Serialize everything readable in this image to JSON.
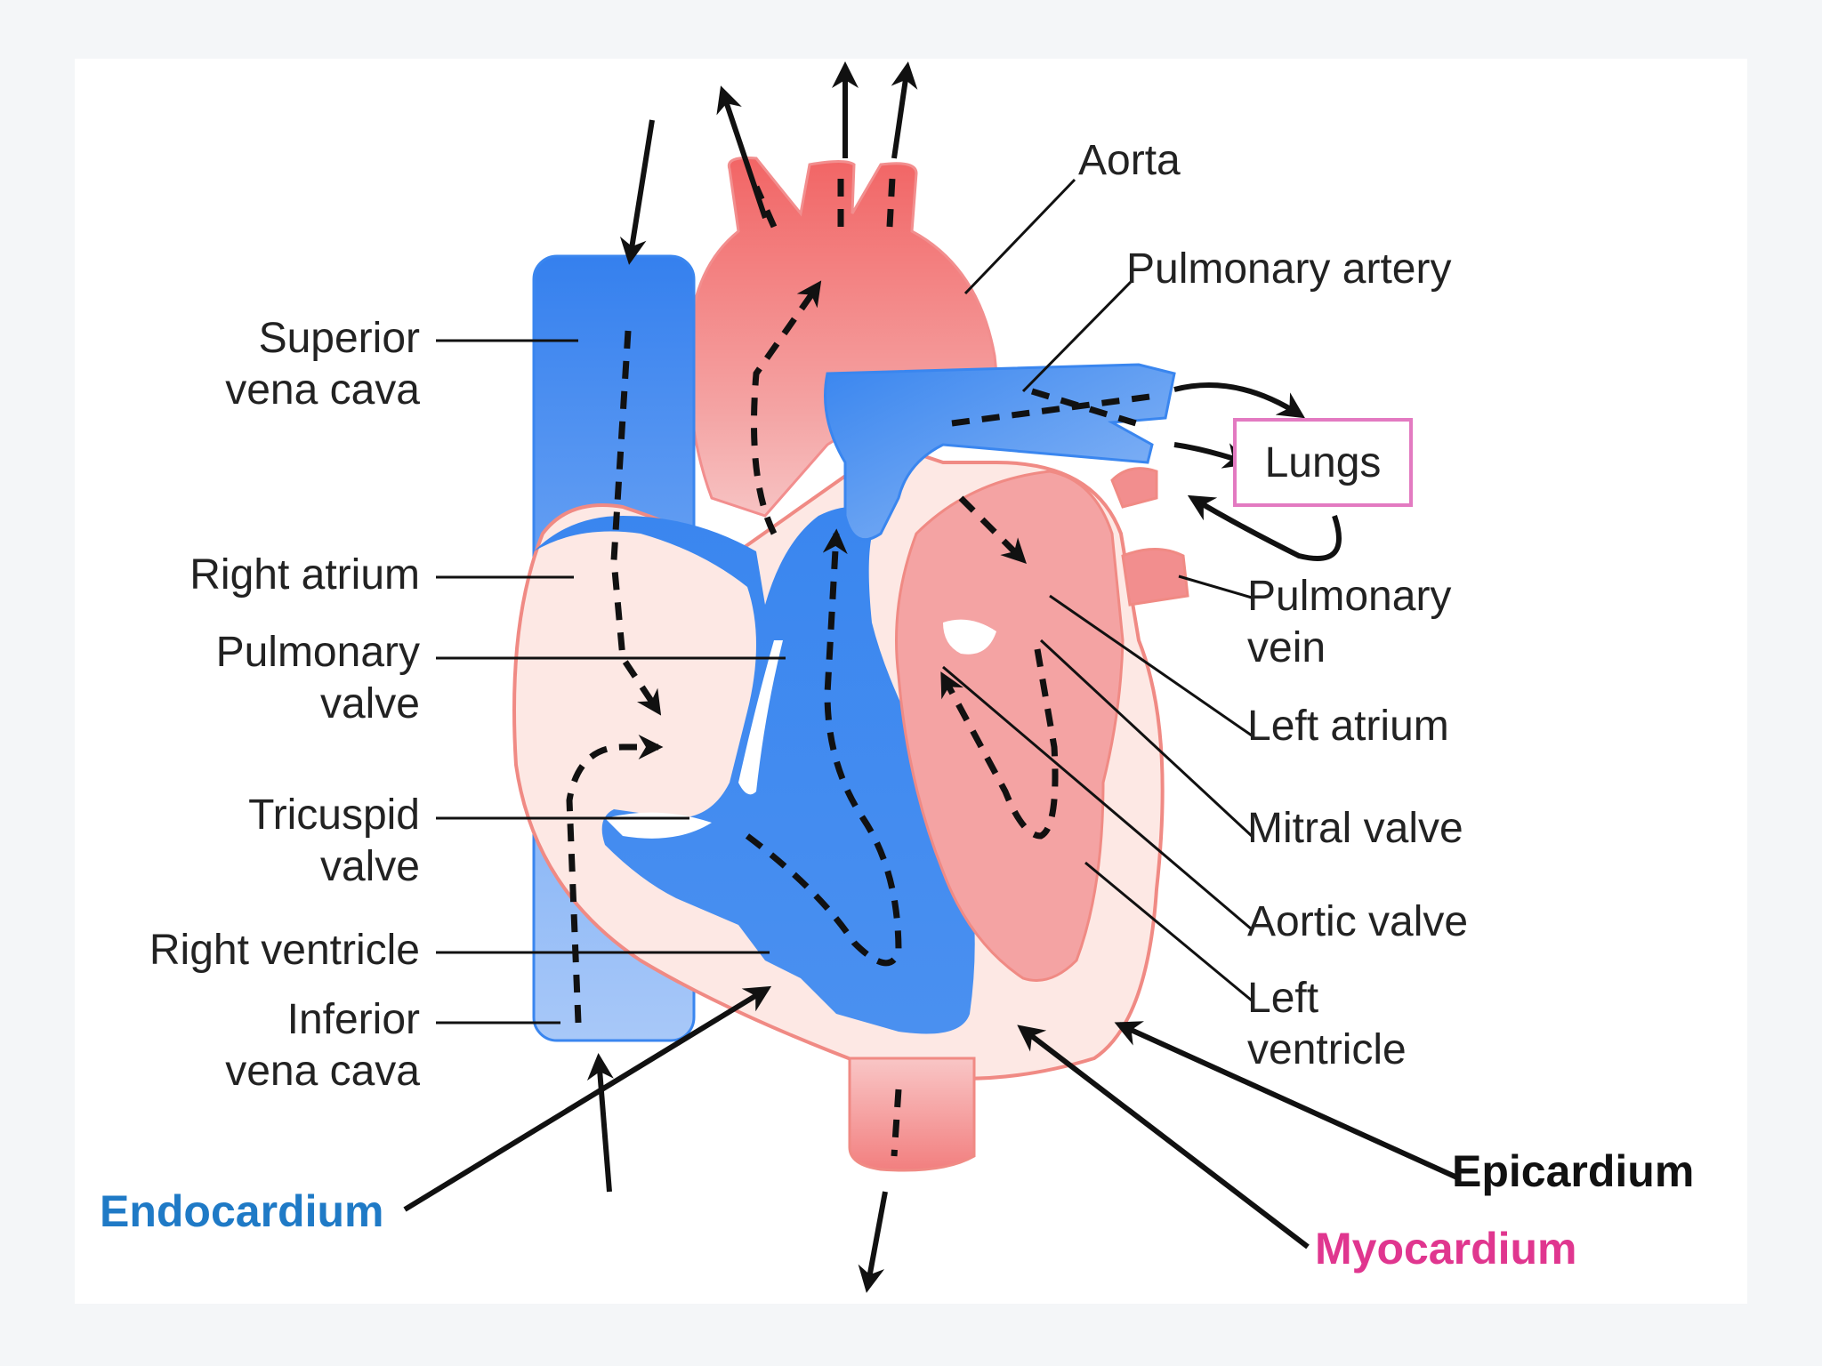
{
  "labels": {
    "aorta": "Aorta",
    "pulmonary_artery": "Pulmonary artery",
    "superior_vena_cava": [
      "Superior",
      "vena cava"
    ],
    "right_atrium": "Right atrium",
    "pulmonary_valve": [
      "Pulmonary",
      "valve"
    ],
    "tricuspid_valve": [
      "Tricuspid",
      "valve"
    ],
    "right_ventricle": "Right ventricle",
    "inferior_vena_cava": [
      "Inferior",
      "vena cava"
    ],
    "lungs": "Lungs",
    "pulmonary_vein": [
      "Pulmonary",
      "vein"
    ],
    "left_atrium": "Left atrium",
    "mitral_valve": "Mitral valve",
    "aortic_valve": "Aortic valve",
    "left_ventricle": [
      "Left",
      "ventricle"
    ]
  },
  "layers": {
    "endocardium": "Endocardium",
    "myocardium": "Myocardium",
    "epicardium": "Epicardium"
  },
  "colors": {
    "deoxygenated": "#3a86ef",
    "oxygenated": "#f28e8e",
    "endocardium": "#1f7ac6",
    "myocardium": "#e0368f",
    "epicardium": "#111111",
    "lungs_border": "#e37ac1"
  }
}
